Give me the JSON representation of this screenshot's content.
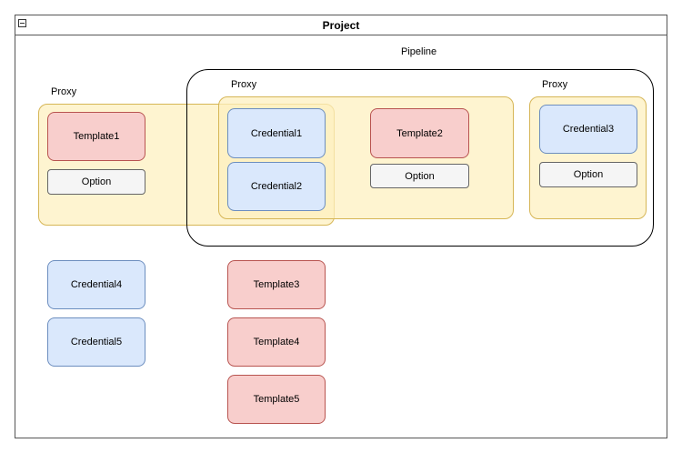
{
  "project": {
    "title": "Project"
  },
  "pipeline": {
    "label": "Pipeline"
  },
  "proxies": [
    {
      "label": "Proxy"
    },
    {
      "label": "Proxy"
    },
    {
      "label": "Proxy"
    }
  ],
  "templates": [
    "Template1",
    "Template2",
    "Template3",
    "Template4",
    "Template5"
  ],
  "credentials": [
    "Credential1",
    "Credential2",
    "Credential3",
    "Credential4",
    "Credential5"
  ],
  "options": [
    "Option",
    "Option",
    "Option"
  ],
  "colors": {
    "template_fill": "#f8cecc",
    "template_stroke": "#b85450",
    "credential_fill": "#dae8fc",
    "credential_stroke": "#6c8ebf",
    "option_fill": "#f5f5f5",
    "proxy_fill": "#fff2cc",
    "proxy_stroke": "#d6b656",
    "pipeline_stroke": "#000000"
  }
}
